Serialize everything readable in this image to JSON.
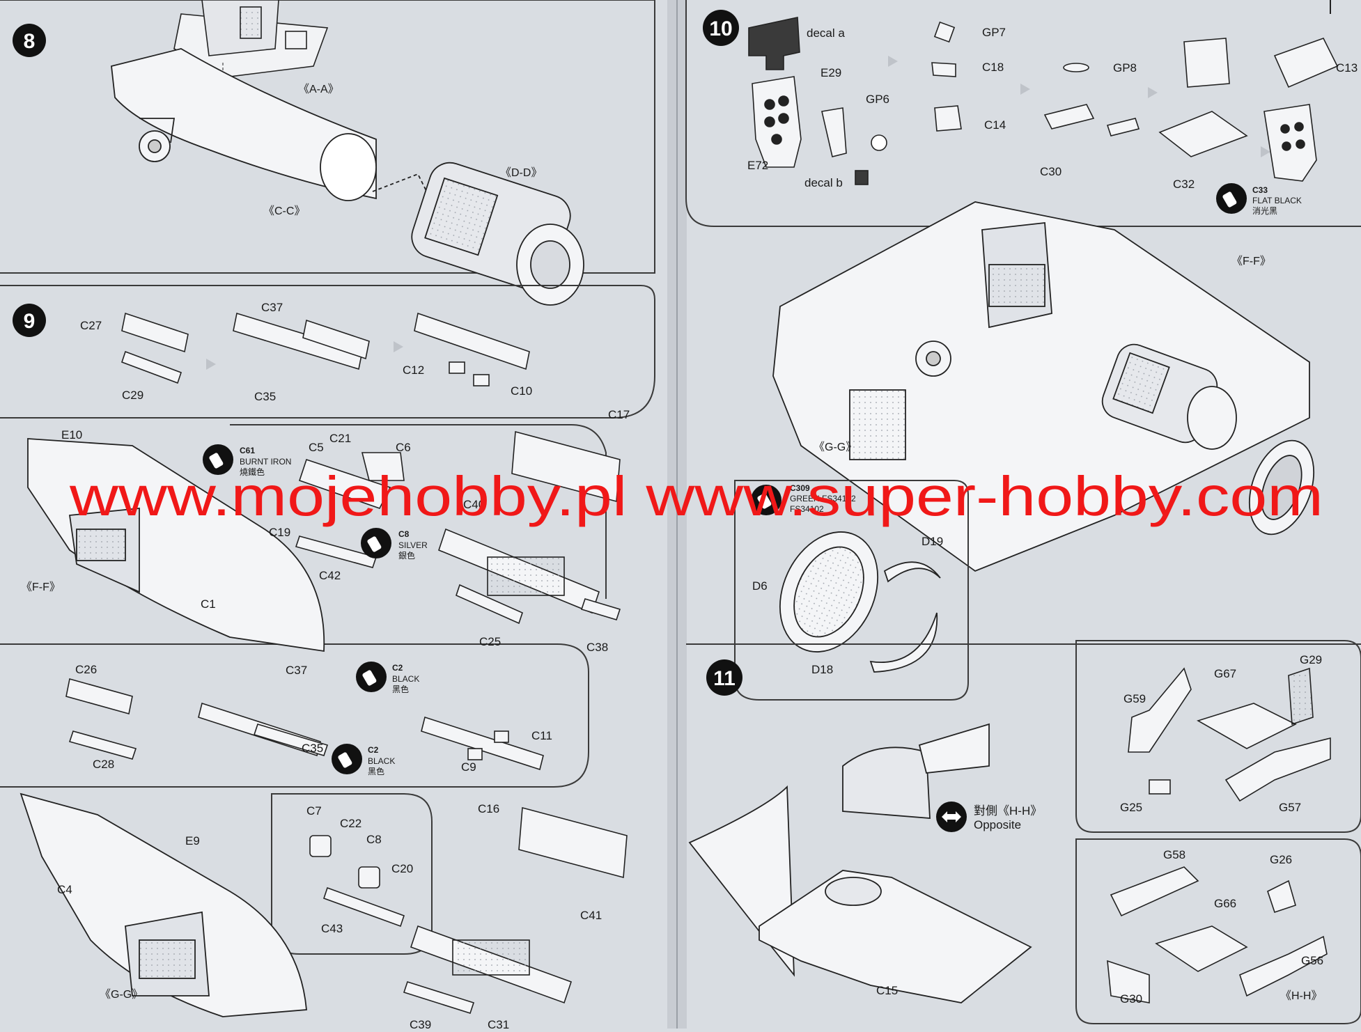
{
  "steps": [
    {
      "number": "8",
      "labels": [
        "《A-A》",
        "《C-C》",
        "《D-D》"
      ]
    },
    {
      "number": "9",
      "labels": [
        "C27",
        "C29",
        "C37",
        "C35",
        "C12",
        "C10",
        "E10",
        "C5",
        "C21",
        "C6",
        "C17",
        "C19",
        "C42",
        "C40",
        "C1",
        "C25",
        "C38",
        "《F-F》",
        "C26",
        "C28",
        "C37",
        "C35",
        "C9",
        "C11",
        "C4",
        "E9",
        "C7",
        "C22",
        "C8",
        "C20",
        "C43",
        "C16",
        "C41",
        "C39",
        "C31",
        "《G-G》"
      ]
    },
    {
      "number": "10",
      "labels": [
        "decal a",
        "E29",
        "GP6",
        "E72",
        "decal b",
        "GP7",
        "C18",
        "C14",
        "GP8",
        "C30",
        "C32",
        "C13",
        "《F-F》",
        "《G-G》",
        "D19",
        "D6",
        "D18"
      ]
    },
    {
      "number": "11",
      "labels": [
        "C15",
        "G59",
        "G67",
        "G29",
        "G25",
        "G57",
        "G58",
        "G26",
        "G66",
        "G56",
        "G30",
        "《H-H》"
      ]
    }
  ],
  "paints": {
    "burnt_iron": {
      "code": "C61",
      "name": "BURNT IRON",
      "cn": "燒鐵色"
    },
    "silver": {
      "code": "C8",
      "name": "SILVER",
      "cn": "銀色"
    },
    "black_1": {
      "code": "C2",
      "name": "BLACK",
      "cn": "黑色"
    },
    "black_2": {
      "code": "C2",
      "name": "BLACK",
      "cn": "黑色"
    },
    "flat_black": {
      "code": "C33",
      "name": "FLAT BLACK",
      "cn": "消光黑"
    },
    "green": {
      "code": "C309",
      "name": "GREEN FS34102",
      "cn": "FS34102"
    }
  },
  "opposite": {
    "cn": "對側《H-H》",
    "en": "Opposite"
  },
  "watermark": "www.mojehobby.pl www.super-hobby.com",
  "colors": {
    "paper": "#d9dde2",
    "ink": "#1a1a1a",
    "watermark": "#f01818"
  }
}
